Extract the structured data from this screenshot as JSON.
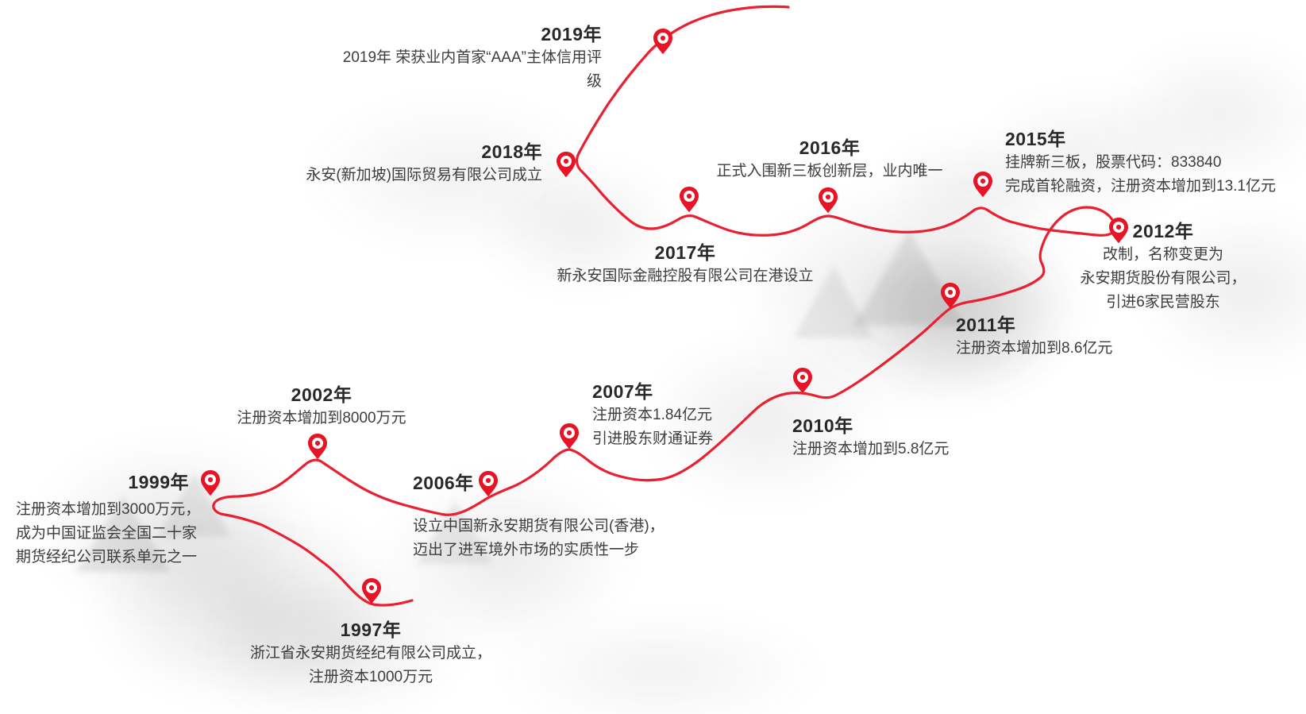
{
  "page": {
    "title": "公司发展历程",
    "description": "corporate milestone timeline drawn as a winding mountain path"
  },
  "palette": {
    "path_red": "#ea2030",
    "pin_red": "#e81325",
    "year_text": "#282828",
    "body_text": "#3d3d3d",
    "mountain_wash": "#e9e9e9"
  },
  "icons": {
    "pin": "location-pin-icon"
  },
  "milestones": [
    {
      "year": "1997年",
      "lines": [
        "浙江省永安期货经纪有限公司成立，",
        "注册资本1000万元"
      ]
    },
    {
      "year": "1999年",
      "lines": [
        "注册资本增加到3000万元，",
        "成为中国证监会全国二十家",
        "期货经纪公司联系单元之一"
      ]
    },
    {
      "year": "2002年",
      "lines": [
        "注册资本增加到8000万元"
      ]
    },
    {
      "year": "2006年",
      "lines": [
        "设立中国新永安期货有限公司(香港)，",
        "迈出了进军境外市场的实质性一步"
      ]
    },
    {
      "year": "2007年",
      "lines": [
        "注册资本1.84亿元",
        "引进股东财通证券"
      ]
    },
    {
      "year": "2010年",
      "lines": [
        "注册资本增加到5.8亿元"
      ]
    },
    {
      "year": "2011年",
      "lines": [
        "注册资本增加到8.6亿元"
      ]
    },
    {
      "year": "2012年",
      "lines": [
        "改制，名称变更为",
        "永安期货股份有限公司，",
        "引进6家民营股东"
      ]
    },
    {
      "year": "2015年",
      "lines": [
        "挂牌新三板，股票代码：833840",
        "完成首轮融资，注册资本增加到13.1亿元"
      ]
    },
    {
      "year": "2016年",
      "lines": [
        "正式入围新三板创新层，业内唯一"
      ]
    },
    {
      "year": "2017年",
      "lines": [
        "新永安国际金融控股有限公司在港设立"
      ]
    },
    {
      "year": "2018年",
      "lines": [
        "永安(新加坡)国际贸易有限公司成立"
      ]
    },
    {
      "year": "2019年",
      "lines": [
        "2019年 荣获业内首家“AAA”主体信用评级"
      ]
    }
  ]
}
